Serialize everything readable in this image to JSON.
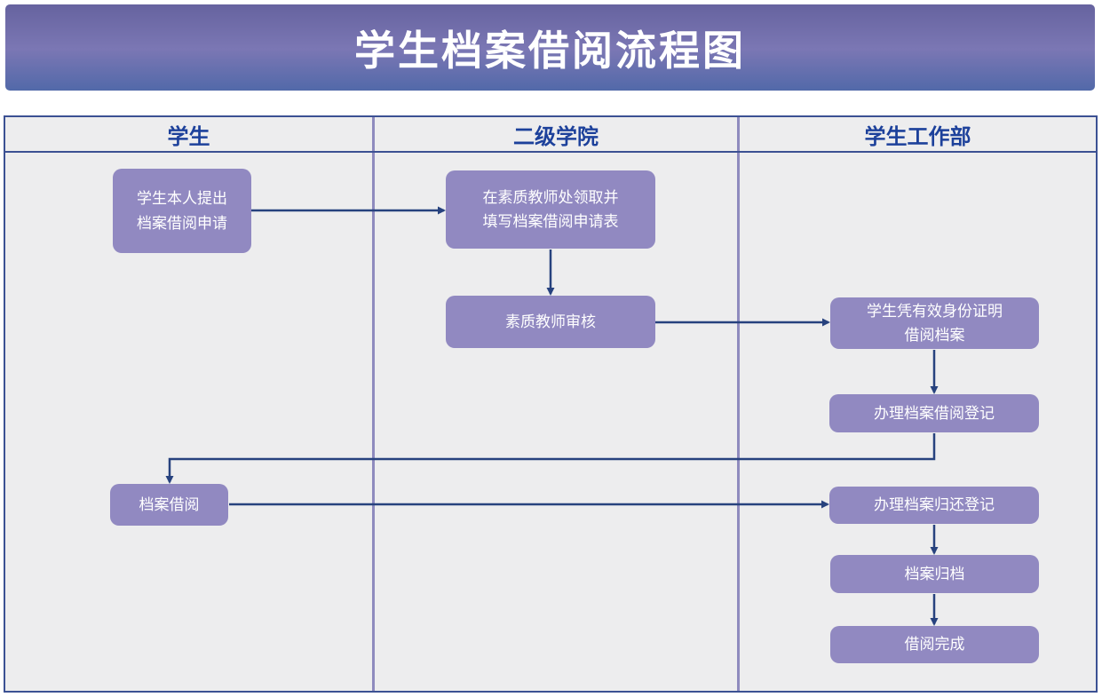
{
  "banner": {
    "title": "学生档案借阅流程图"
  },
  "lanes": [
    {
      "label": "学生"
    },
    {
      "label": "二级学院"
    },
    {
      "label": "学生工作部"
    }
  ],
  "nodes": [
    {
      "id": "apply",
      "lane": "学生",
      "label": "学生本人提出\n档案借阅申请"
    },
    {
      "id": "fill-form",
      "lane": "二级学院",
      "label": "在素质教师处领取并\n填写档案借阅申请表"
    },
    {
      "id": "teacher-review",
      "lane": "二级学院",
      "label": "素质教师审核"
    },
    {
      "id": "borrow-with-id",
      "lane": "学生工作部",
      "label": "学生凭有效身份证明\n借阅档案"
    },
    {
      "id": "borrow-register",
      "lane": "学生工作部",
      "label": "办理档案借阅登记"
    },
    {
      "id": "archive-borrow",
      "lane": "学生",
      "label": "档案借阅"
    },
    {
      "id": "return-register",
      "lane": "学生工作部",
      "label": "办理档案归还登记"
    },
    {
      "id": "archive-file",
      "lane": "学生工作部",
      "label": "档案归档"
    },
    {
      "id": "complete",
      "lane": "学生工作部",
      "label": "借阅完成"
    }
  ],
  "edges": [
    {
      "from": "apply",
      "to": "fill-form"
    },
    {
      "from": "fill-form",
      "to": "teacher-review"
    },
    {
      "from": "teacher-review",
      "to": "borrow-with-id"
    },
    {
      "from": "borrow-with-id",
      "to": "borrow-register"
    },
    {
      "from": "borrow-register",
      "to": "archive-borrow"
    },
    {
      "from": "archive-borrow",
      "to": "return-register"
    },
    {
      "from": "return-register",
      "to": "archive-file"
    },
    {
      "from": "archive-file",
      "to": "complete"
    }
  ],
  "colors": {
    "banner_gradient_top": "#66639f",
    "banner_gradient_mid": "#7b77b4",
    "banner_gradient_bottom": "#5269a9",
    "lane_background": "#ededee",
    "table_border": "#3c5193",
    "lane_divider": "#8f8bbe",
    "header_text": "#1d419b",
    "node_fill": "#9189c1",
    "node_text": "#ffffff",
    "connector": "#27427e"
  }
}
